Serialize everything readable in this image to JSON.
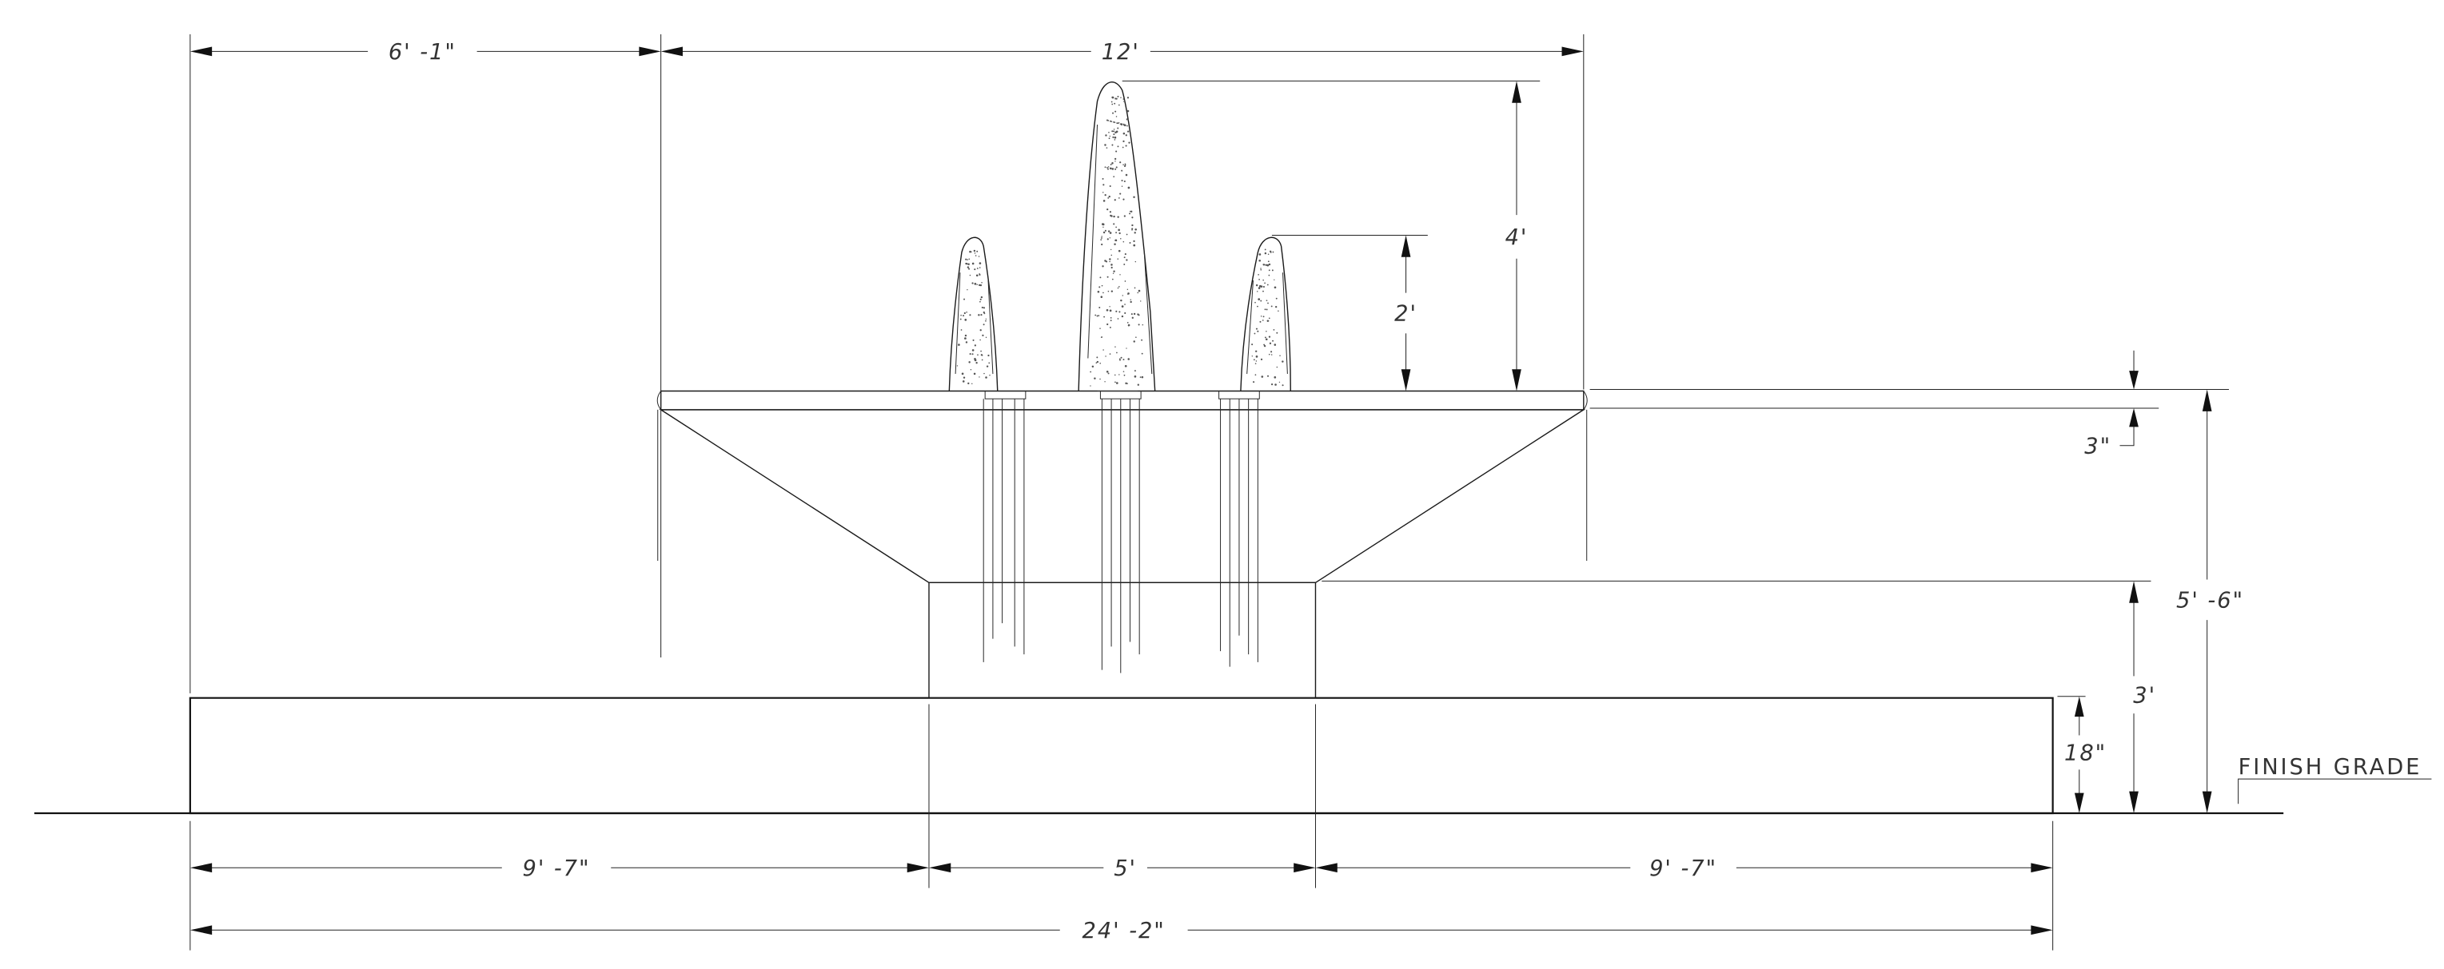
{
  "dimensions": {
    "left_offset": "6' -1\"",
    "top_width": "12'",
    "center_jet_height": "4'",
    "side_jet_height": "2'",
    "rim_thickness": "3\"",
    "bowl_total_height": "5' -6\"",
    "pedestal_height": "3'",
    "base_height": "18\"",
    "bottom_left": "9' -7\"",
    "bottom_center": "5'",
    "bottom_right": "9' -7\"",
    "overall_width": "24' -2\""
  },
  "labels": {
    "finish_grade": "FINISH GRADE"
  }
}
